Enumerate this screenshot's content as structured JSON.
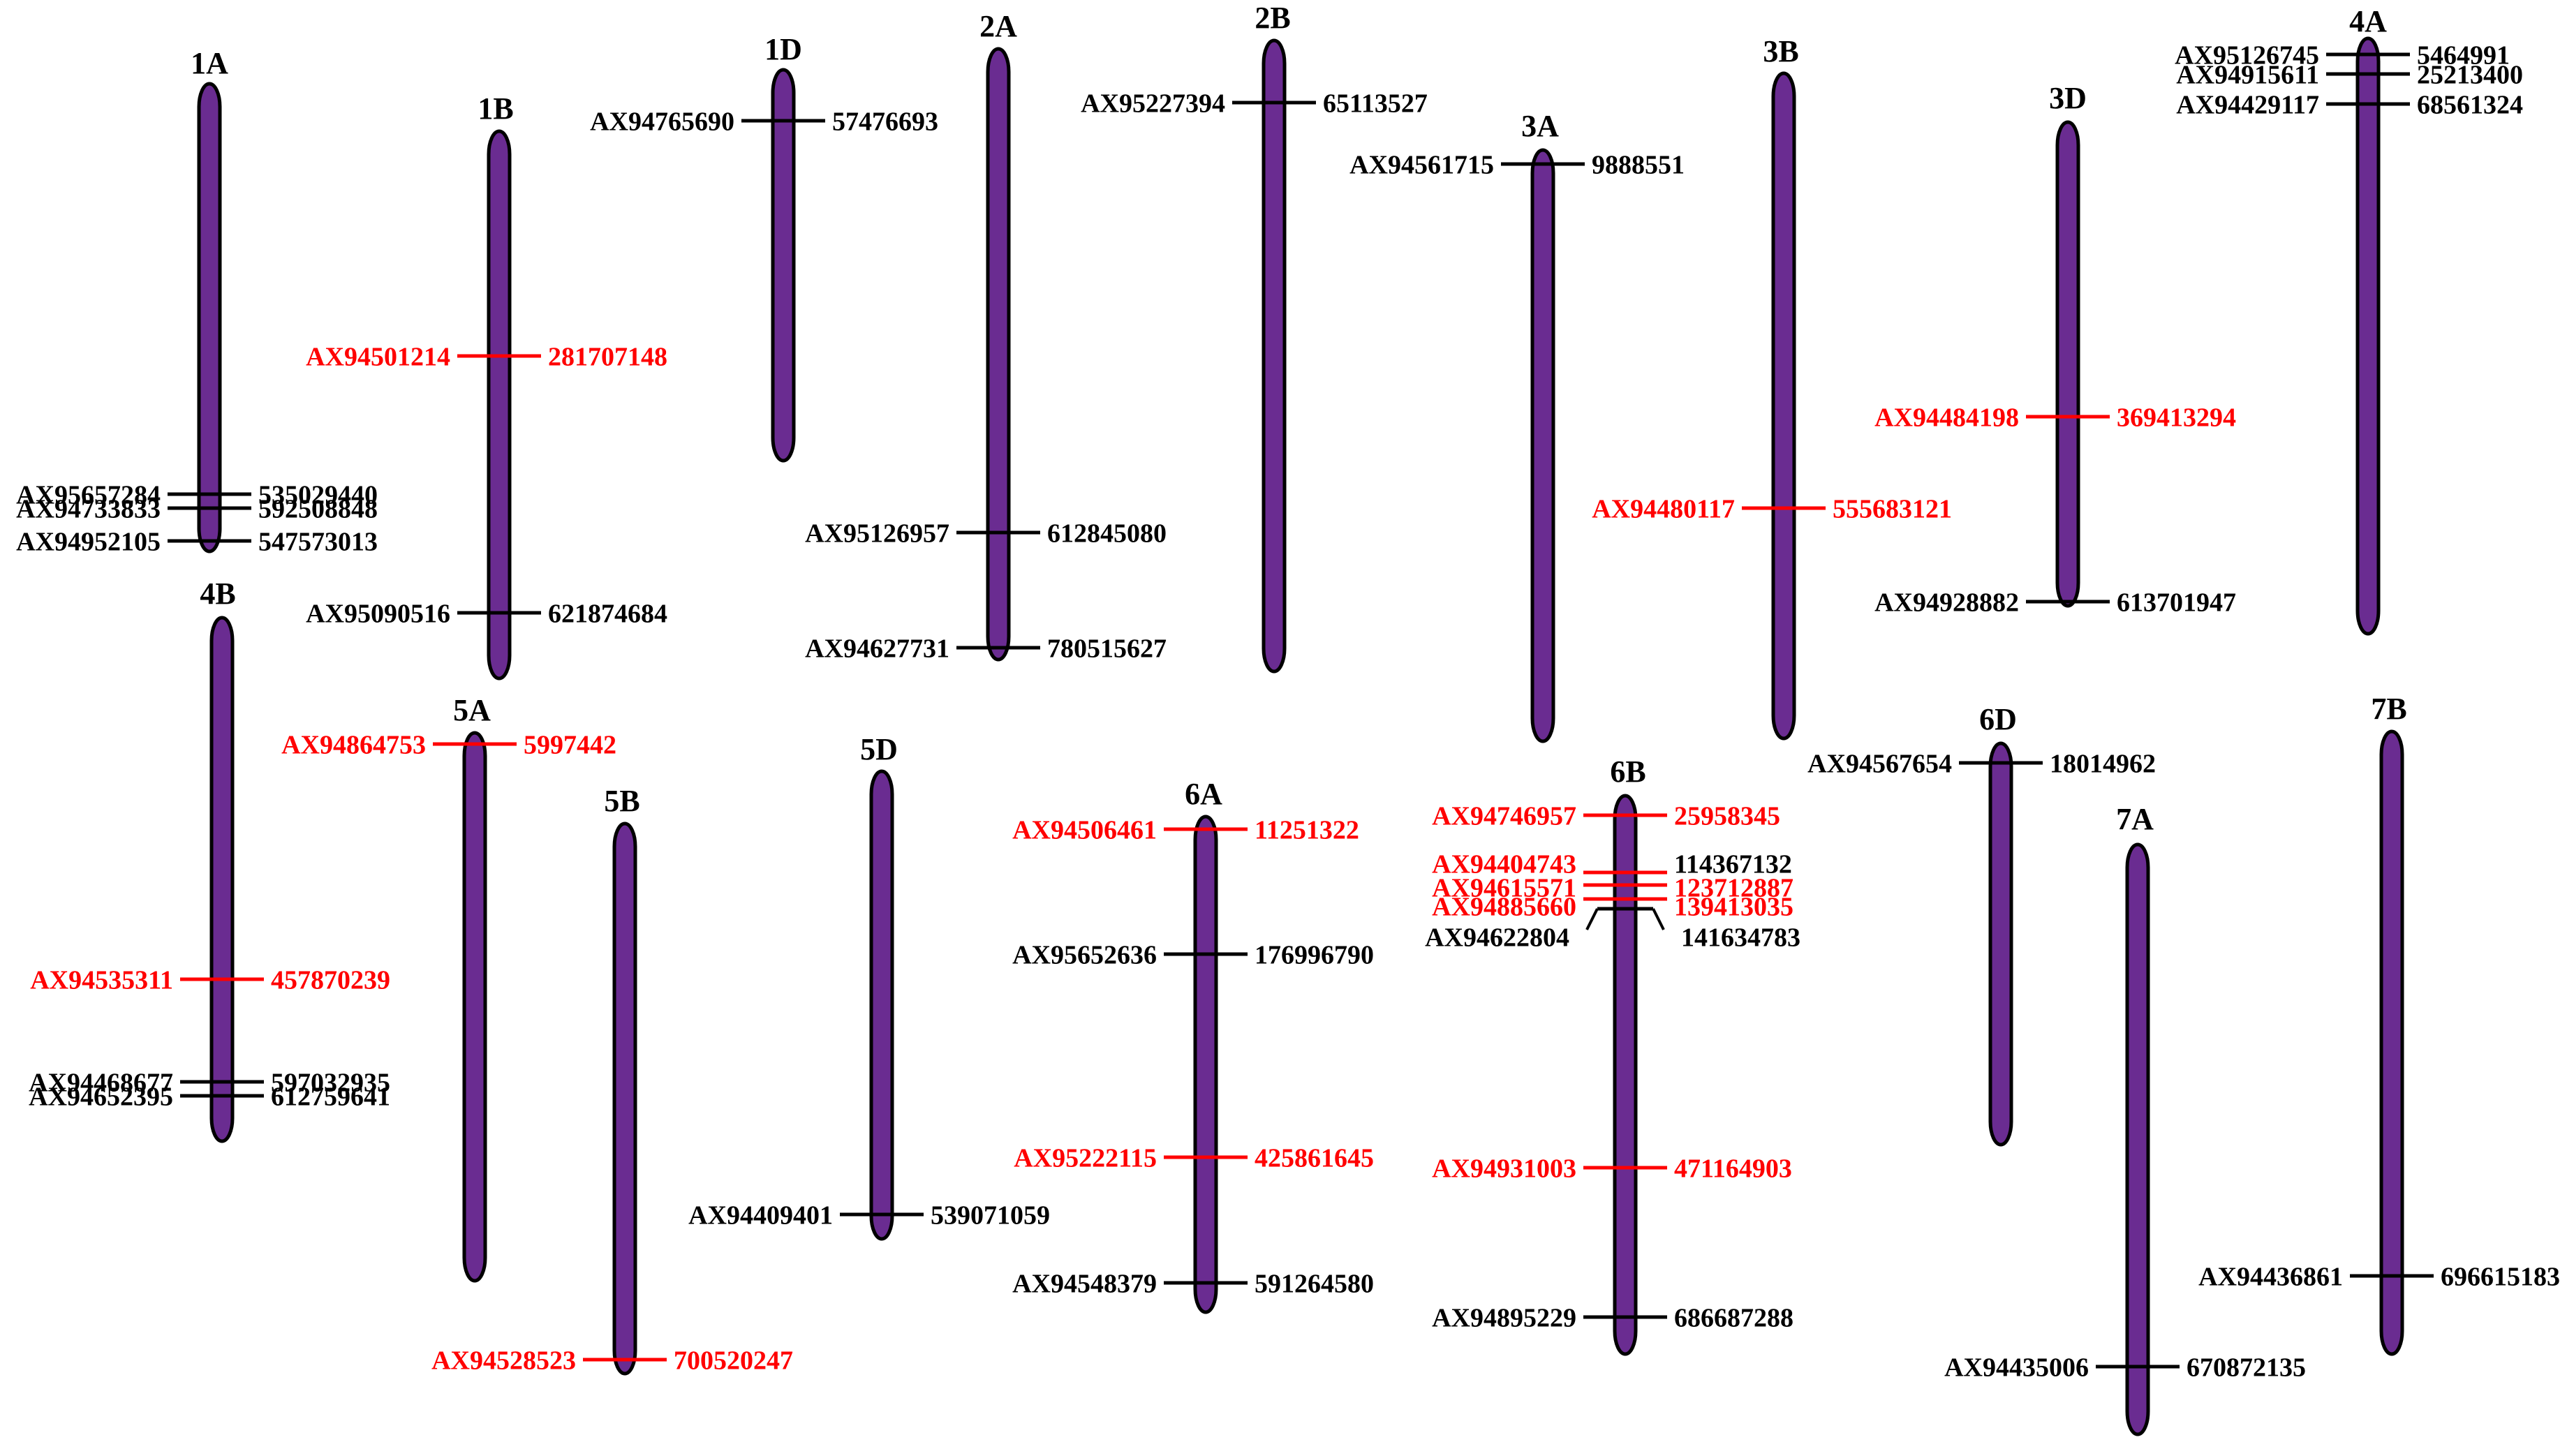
{
  "colors": {
    "chromosome_fill": "#6a2c91",
    "chromosome_stroke": "#000000",
    "normal_marker": "#000000",
    "highlight_marker": "#ff0000",
    "background": "#ffffff"
  },
  "chromosomes": [
    {
      "name": "1A",
      "markers": [
        {
          "id": "AX95657284",
          "position": "535029440",
          "highlight": false
        },
        {
          "id": "AX94733833",
          "position": "592508848",
          "highlight": false
        },
        {
          "id": "AX94952105",
          "position": "547573013",
          "highlight": false
        }
      ]
    },
    {
      "name": "1B",
      "markers": [
        {
          "id": "AX94501214",
          "position": "281707148",
          "highlight": true
        },
        {
          "id": "AX95090516",
          "position": "621874684",
          "highlight": false
        }
      ]
    },
    {
      "name": "1D",
      "markers": [
        {
          "id": "AX94765690",
          "position": "57476693",
          "highlight": false
        }
      ]
    },
    {
      "name": "2A",
      "markers": [
        {
          "id": "AX95126957",
          "position": "612845080",
          "highlight": false
        },
        {
          "id": "AX94627731",
          "position": "780515627",
          "highlight": false
        }
      ]
    },
    {
      "name": "2B",
      "markers": [
        {
          "id": "AX95227394",
          "position": "65113527",
          "highlight": false
        }
      ]
    },
    {
      "name": "3A",
      "markers": [
        {
          "id": "AX94561715",
          "position": "9888551",
          "highlight": false
        }
      ]
    },
    {
      "name": "3B",
      "markers": [
        {
          "id": "AX94480117",
          "position": "555683121",
          "highlight": true
        }
      ]
    },
    {
      "name": "3D",
      "markers": [
        {
          "id": "AX94484198",
          "position": "369413294",
          "highlight": true
        },
        {
          "id": "AX94928882",
          "position": "613701947",
          "highlight": false
        }
      ]
    },
    {
      "name": "4A",
      "markers": [
        {
          "id": "AX95126745",
          "position": "5464991",
          "highlight": false
        },
        {
          "id": "AX94915611",
          "position": "25213400",
          "highlight": false
        },
        {
          "id": "AX94429117",
          "position": "68561324",
          "highlight": false
        }
      ]
    },
    {
      "name": "4B",
      "markers": [
        {
          "id": "AX94535311",
          "position": "457870239",
          "highlight": true
        },
        {
          "id": "AX94468677",
          "position": "597032935",
          "highlight": false
        },
        {
          "id": "AX94652395",
          "position": "612759641",
          "highlight": false
        }
      ]
    },
    {
      "name": "5A",
      "markers": [
        {
          "id": "AX94864753",
          "position": "5997442",
          "highlight": true
        }
      ]
    },
    {
      "name": "5B",
      "markers": [
        {
          "id": "AX94528523",
          "position": "700520247",
          "highlight": true
        }
      ]
    },
    {
      "name": "5D",
      "markers": [
        {
          "id": "AX94409401",
          "position": "539071059",
          "highlight": false
        }
      ]
    },
    {
      "name": "6A",
      "markers": [
        {
          "id": "AX94506461",
          "position": "11251322",
          "highlight": true
        },
        {
          "id": "AX95652636",
          "position": "176996790",
          "highlight": false
        },
        {
          "id": "AX95222115",
          "position": "425861645",
          "highlight": true
        },
        {
          "id": "AX94548379",
          "position": "591264580",
          "highlight": false
        }
      ]
    },
    {
      "name": "6B",
      "markers": [
        {
          "id": "AX94746957",
          "position": "25958345",
          "highlight": true
        },
        {
          "id": "AX94404743",
          "position": "114367132",
          "highlight": true,
          "id_highlight": true,
          "pos_highlight": false
        },
        {
          "id": "AX94615571",
          "position": "123712887",
          "highlight": true
        },
        {
          "id": "AX94885660",
          "position": "139413035",
          "highlight": true
        },
        {
          "id": "AX94622804",
          "position": "141634783",
          "highlight": false
        },
        {
          "id": "AX94931003",
          "position": "471164903",
          "highlight": true
        },
        {
          "id": "AX94895229",
          "position": "686687288",
          "highlight": false
        }
      ]
    },
    {
      "name": "6D",
      "markers": [
        {
          "id": "AX94567654",
          "position": "18014962",
          "highlight": false
        }
      ]
    },
    {
      "name": "7A",
      "markers": [
        {
          "id": "AX94435006",
          "position": "670872135",
          "highlight": false
        }
      ]
    },
    {
      "name": "7B",
      "markers": [
        {
          "id": "AX94436861",
          "position": "696615183",
          "highlight": false
        }
      ]
    }
  ]
}
